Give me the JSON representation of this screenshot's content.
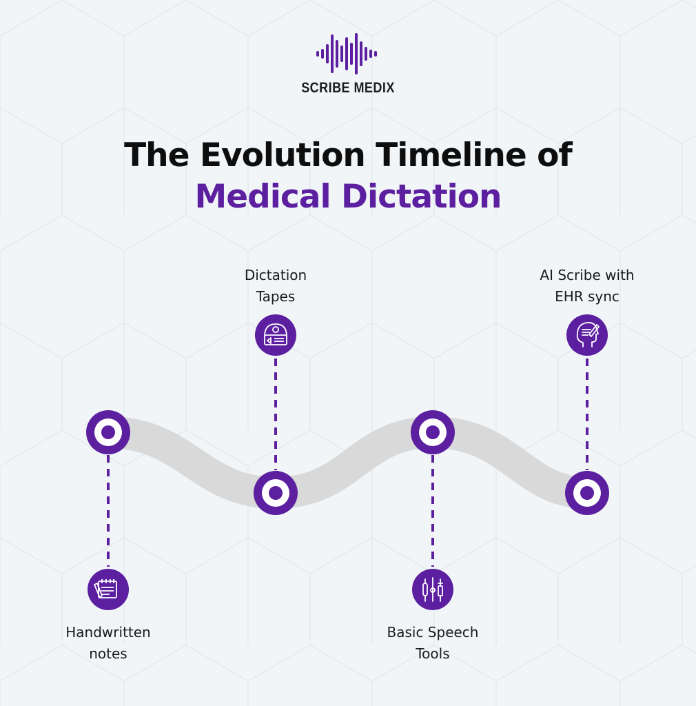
{
  "brand": {
    "name": "SCRIBE MEDIX"
  },
  "title": {
    "line1": "The Evolution Timeline of",
    "line2": "Medical Dictation"
  },
  "colors": {
    "primary": "#5b1fa0",
    "track": "#d9d9d9",
    "text": "#111111",
    "background": "#f1f5f8"
  },
  "milestones": [
    {
      "order": 1,
      "label_lines": [
        "Handwritten",
        "notes"
      ],
      "icon": "notepad-icon",
      "label_position": "below"
    },
    {
      "order": 2,
      "label_lines": [
        "Dictation",
        "Tapes"
      ],
      "icon": "cassette-tape-icon",
      "label_position": "above"
    },
    {
      "order": 3,
      "label_lines": [
        "Basic Speech",
        "Tools"
      ],
      "icon": "medical-tools-icon",
      "label_position": "below"
    },
    {
      "order": 4,
      "label_lines": [
        "AI Scribe with",
        "EHR sync"
      ],
      "icon": "ai-head-pen-icon",
      "label_position": "above"
    }
  ]
}
